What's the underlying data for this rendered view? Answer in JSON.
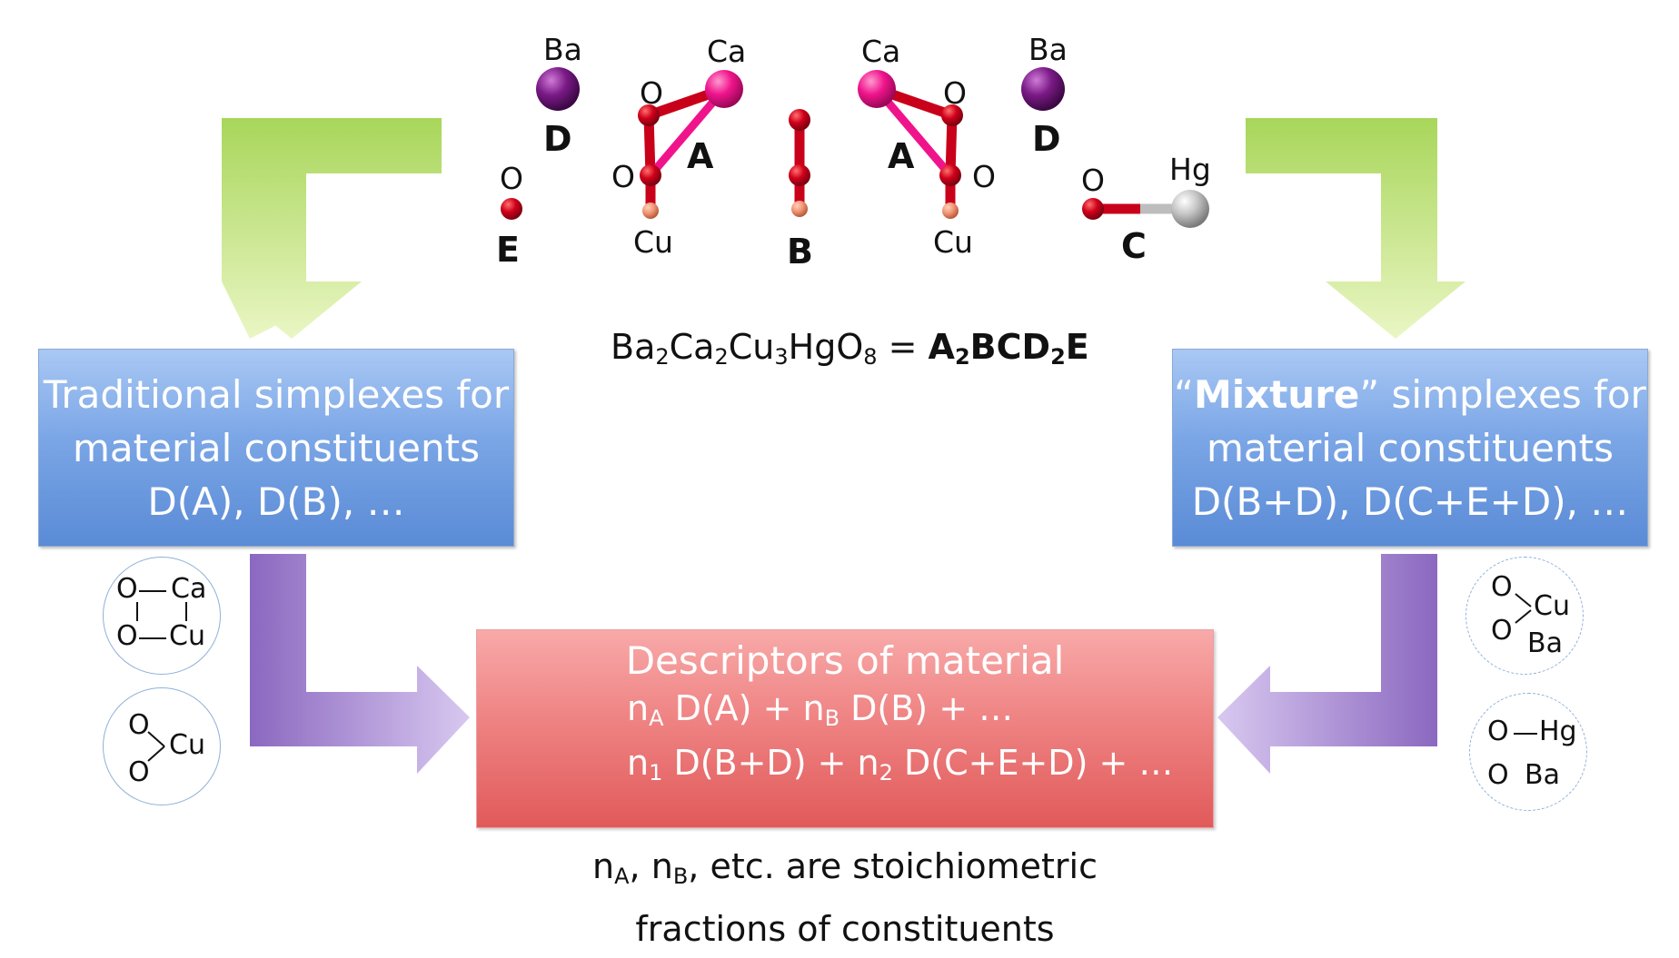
{
  "molecule": {
    "atoms": {
      "ba_left": "Ba",
      "ca_left": "Ca",
      "o_left_top": "O",
      "o_left_bottom": "O",
      "cu_left": "Cu",
      "ca_right": "Ca",
      "ba_right": "Ba",
      "o_right_top": "O",
      "o_right_bottom": "O",
      "cu_right": "Cu",
      "o_e": "O",
      "o_c": "O",
      "hg_c": "Hg"
    },
    "groups": {
      "d_left": "D",
      "a_left": "A",
      "b": "B",
      "a_right": "A",
      "d_right": "D",
      "e": "E",
      "c": "C"
    }
  },
  "formula": {
    "parts": [
      "Ba",
      "2",
      "Ca",
      "2",
      "Cu",
      "3",
      "HgO",
      "8",
      " = "
    ],
    "bold_parts": [
      "A",
      "2",
      "BCD",
      "2",
      "E"
    ]
  },
  "boxes": {
    "left": {
      "lines": [
        "Traditional simplexes for",
        "material constituents",
        "D(A), D(B), …"
      ]
    },
    "right": {
      "quote_open": "“",
      "bold_word": "Mixture",
      "quote_close": "”",
      "rest_line1": " simplexes for",
      "lines": [
        "material constituents",
        "D(B+D), D(C+E+D), …"
      ]
    },
    "center": {
      "title": "Descriptors of material",
      "line1": {
        "n1": "n",
        "s1": "A",
        "t1": " D(A) + ",
        "n2": "n",
        "s2": "B",
        "t2": " D(B) + …"
      },
      "line2": {
        "n1": "n",
        "s1": "1",
        "t1": "  D(B+D) + ",
        "n2": "n",
        "s2": "2",
        "t2": " D(C+E+D) + …"
      }
    }
  },
  "circles": {
    "left_top": {
      "r1a": "O",
      "r1b": "Ca",
      "r2a": "O",
      "r2b": "Cu"
    },
    "left_bottom": {
      "o1": "O",
      "o2": "O",
      "cu": "Cu"
    },
    "right_top": {
      "o1": "O",
      "o2": "O",
      "cu": "Cu",
      "ba": "Ba"
    },
    "right_bottom": {
      "r1a": "O",
      "r1b": "Hg",
      "r2a": "O",
      "r2b": "Ba"
    }
  },
  "footnote": {
    "n1": "n",
    "s1": "A",
    "t1": ", ",
    "n2": "n",
    "s2": "B",
    "t2": ", etc. are stoichiometric",
    "line2": "fractions of constituents"
  },
  "colors": {
    "green_arrow": "#c8e67a",
    "purple_arrow": "#a98ad2",
    "blue_box": "#7ba6e6",
    "red_box": "#ef8383",
    "oxygen": "#c8001a",
    "calcium": "#f0148c",
    "barium": "#7a1a86",
    "copper": "#f29878",
    "mercury": "#b8b8b8"
  }
}
